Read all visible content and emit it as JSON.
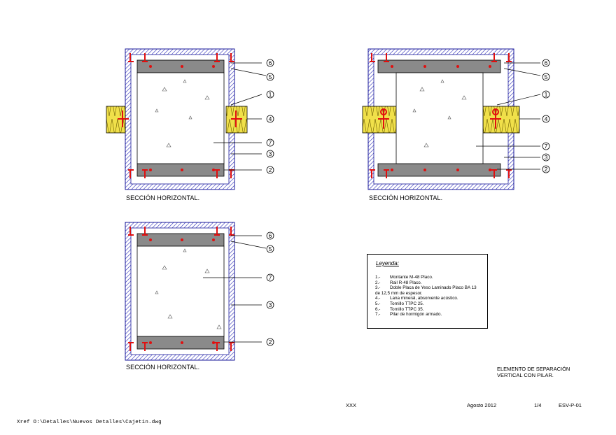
{
  "captions": {
    "section1": "SECCIÓN HORIZONTAL.",
    "section2": "SECCIÓN HORIZONTAL.",
    "section3": "SECCIÓN HORIZONTAL."
  },
  "markers": [
    "1",
    "2",
    "3",
    "4",
    "5",
    "6",
    "7"
  ],
  "legend": {
    "title": "Leyenda:",
    "items": [
      {
        "key": "1.-",
        "text": "Montante M-48 Placo."
      },
      {
        "key": "2.-",
        "text": "Rail R-48 Placo."
      },
      {
        "key": "3.-",
        "text": "Doble Placa de Yeso Laminado Placo BA 13"
      },
      {
        "key": "",
        "text": "de 12,5 mm de espesor."
      },
      {
        "key": "4.-",
        "text": "Lana mineral, absorvente acústico."
      },
      {
        "key": "5.-",
        "text": "Tornillo TTPC 25."
      },
      {
        "key": "6.-",
        "text": "Tornillo TTPC 35."
      },
      {
        "key": "7.-",
        "text": "Pilar de hormigón armado."
      }
    ]
  },
  "title_block": {
    "line1": "ELEMENTO DE SEPARACIÓN",
    "line2": "VERTICAL CON PILAR."
  },
  "footer": {
    "project": "XXX",
    "date": "Agosto 2012",
    "sheet": "1/4",
    "code": "ESV-P-01"
  },
  "xref": "Xref O:\\Detalles\\Nuevos Detalles\\Cajetin.dwg",
  "colors": {
    "board_hatch": "#2b2bb8",
    "steel_profile": "#8a8a8a",
    "insulation": "#f0e04a",
    "screw": "#e01010",
    "line": "#000000"
  }
}
